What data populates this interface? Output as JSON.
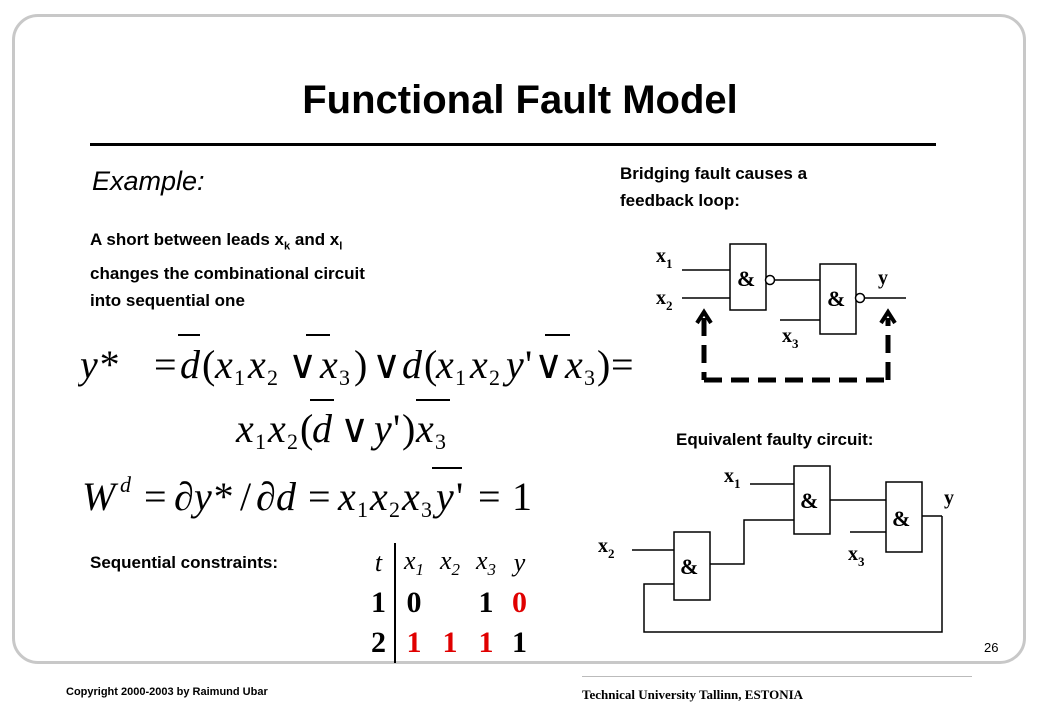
{
  "slide": {
    "title": "Functional Fault Model",
    "example_label": "Example:",
    "description_line1_a": "A short between leads x",
    "description_sub_k": "k",
    "description_line1_b": " and x",
    "description_sub_l": "l",
    "description_line2": "changes the combinational circuit",
    "description_line3": "into sequential one",
    "bridging_line1": "Bridging fault causes a",
    "bridging_line2": "feedback loop:",
    "equivalent_label": "Equivalent faulty circuit:",
    "sequential_label": "Sequential constraints:",
    "page_number": "26"
  },
  "formulas": {
    "y_star": "y* = d(x1x2 ∨ x3) ∨ d(x1x2y' ∨ x3) =",
    "y_star_cont": "x1x2(d ∨ y')x3",
    "w_d": "Wd = ∂y*/∂d = x1x2x3y' = 1"
  },
  "circuit1": {
    "inputs": [
      "x1",
      "x2",
      "x3"
    ],
    "output": "y",
    "gate_label": "&"
  },
  "circuit2": {
    "inputs": [
      "x1",
      "x2",
      "x3"
    ],
    "output": "y",
    "gate_label": "&"
  },
  "constraints_table": {
    "headers": [
      "t",
      "x1",
      "x2",
      "x3",
      "y"
    ],
    "rows": [
      {
        "t": "1",
        "x1": "0",
        "x2": "",
        "x3": "1",
        "y": "0"
      },
      {
        "t": "2",
        "x1": "1",
        "x2": "1",
        "x3": "1",
        "y": "1"
      }
    ],
    "highlight_color": "#e00000"
  },
  "footer": {
    "copyright": "Copyright  2000-2003  by  Raimund Ubar",
    "institution": "Technical University Tallinn, ESTONIA"
  }
}
